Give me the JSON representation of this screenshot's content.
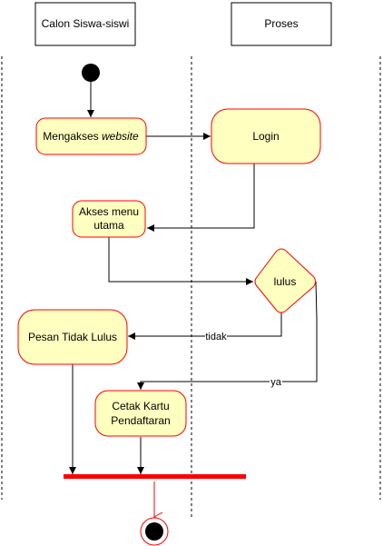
{
  "lanes": {
    "left": "Calon Siswa-siswi",
    "right": "Proses"
  },
  "nodes": {
    "mengakses": {
      "text": "Mengakses ",
      "italic": "website"
    },
    "login": "Login",
    "akses_menu": {
      "line1": "Akses menu",
      "line2": "utama"
    },
    "lulus": "lulus",
    "pesan": "Pesan Tidak Lulus",
    "cetak": {
      "line1": "Cetak Kartu",
      "line2": "Pendaftaran"
    }
  },
  "edges": {
    "tidak": "tidak",
    "ya": "ya"
  },
  "colors": {
    "node_fill": "#ffffc0",
    "node_stroke": "#ff0000",
    "sync_bar": "#ff0000",
    "line": "#000000",
    "final_arrow": "#ff0000"
  }
}
